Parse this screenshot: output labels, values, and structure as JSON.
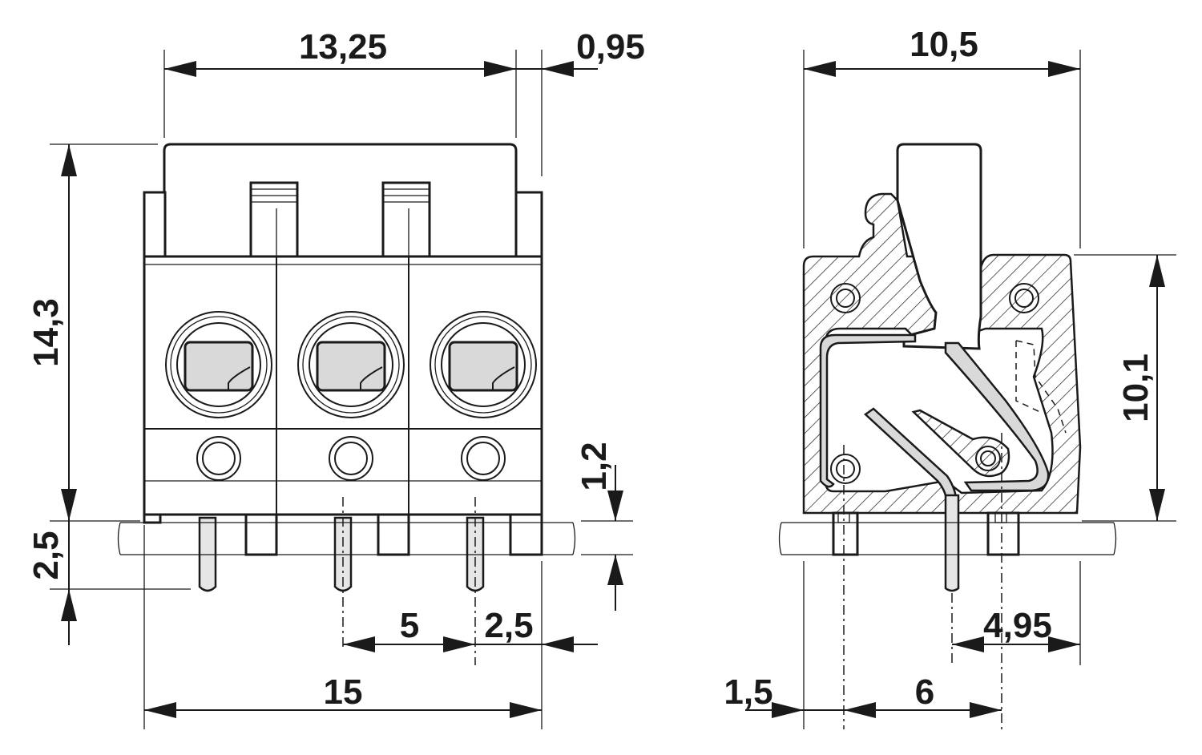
{
  "drawing": {
    "front_view": {
      "width_top": "13,25",
      "offset_right": "0,95",
      "height_total": "14,3",
      "pin_length": "2,5",
      "pitch": "5",
      "edge_offset": "2,5",
      "width_total": "15",
      "standoff": "1,2"
    },
    "side_view": {
      "depth_top": "10,5",
      "height_body": "10,1",
      "pin_offset_right": "4,95",
      "pin_offset_left": "1,5",
      "pin_spacing": "6"
    }
  }
}
